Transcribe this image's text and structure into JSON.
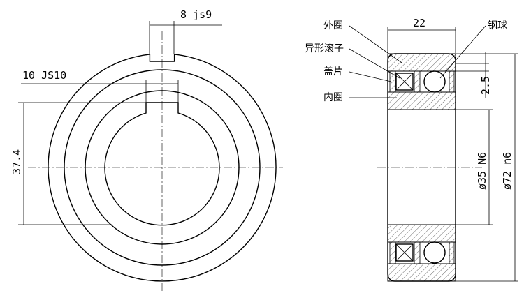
{
  "front_view": {
    "keyway_width_outer": "8  js9",
    "keyway_width_inner": "10  JS10",
    "key_depth": "37.4"
  },
  "side_view": {
    "width": "22",
    "lip": "2.5",
    "inner_diameter": "ø35 N6",
    "outer_diameter": "ø72 n6"
  },
  "callouts": {
    "outer_ring": "外圈",
    "sprag": "异形滚子",
    "cover": "盖片",
    "inner_ring": "内圈",
    "ball": "钢球"
  }
}
